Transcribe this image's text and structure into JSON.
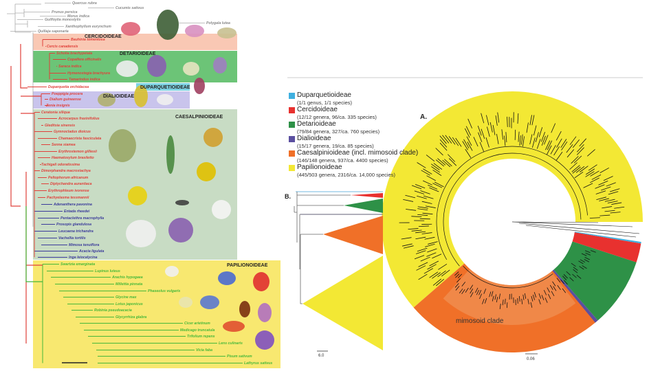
{
  "left_figure": {
    "outgroups": [
      "Quercus rubra",
      "Cucumis sativus",
      "Prunus persica",
      "Morus indica",
      "Guilfoylia monostylis",
      "Polygala lutea",
      "Xanthophyllum eurynchum",
      "Quillaja saponaria"
    ],
    "subfamilies": [
      {
        "name": "CERCIDOIDEAE",
        "color": "#f9c8b4",
        "species": [
          "Bauhinia tomentosa",
          "Cercis canadensis"
        ]
      },
      {
        "name": "DETARIOIDEAE",
        "color": "#6cc477",
        "species": [
          "Schotia brachypetala",
          "Copaifera officinalis",
          "Saraca indica",
          "Hymenostegia brachyura",
          "Tamarindus indica"
        ]
      },
      {
        "name": "DUPARQUETIOIDEAE",
        "color": "#7fd3e3",
        "species": [
          "Duparquetia orchidacea"
        ]
      },
      {
        "name": "DIALIOIDEAE",
        "color": "#c9c4ec",
        "species": [
          "Poeppigia procera",
          "Dialium guineense",
          "Zenia insignis"
        ]
      },
      {
        "name": "CAESALPINIOIDEAE",
        "color": "#c8dcc4",
        "species": [
          "Ceratonia siliqua",
          "Acrocarpus fraxinifolius",
          "Gleditsia sinensis",
          "Gymnocladus dioicus",
          "Chamaecrista fasciculata",
          "Senna siamea",
          "Erythrostemon gilliesii",
          "Haematoxylum brasiletto",
          "Tachigali odoratissima",
          "Dimorphandra macrostachya",
          "Peltophorum africanum",
          "Diptychandra aurantiaca",
          "Erythrophleum ivorense",
          "Pachyelasma tessmannii",
          "Adenanthera pavonina",
          "Entada rheedei",
          "Pentaclethra macrophylla",
          "Prosopis glandulosa",
          "Leucaena trichandra",
          "Vachellia tortilis",
          "Mimosa tenuiflora",
          "Acacia ligulata",
          "Inga leiocalycina"
        ]
      },
      {
        "name": "PAPILIONOIDEAE",
        "color": "#f8e870",
        "species": [
          "Swartzia emarginata",
          "Lupinus luteus",
          "Arachis hypogaea",
          "Millettia pinnata",
          "Phaseolus vulgaris",
          "Glycine max",
          "Lotus japonicus",
          "Robinia pseudoacacia",
          "Glycyrrhiza glabra",
          "Cicer arietinum",
          "Medicago truncatula",
          "Trifolium repens",
          "Lens culinaris",
          "Vicia faba",
          "Pisum sativum",
          "Lathyrus sativus"
        ]
      }
    ],
    "branch_colors": {
      "outgroup": "#999999",
      "caesalpinioid": "#e0403a",
      "mimosoid": "#3a3a9a",
      "papilionoid": "#45b83a"
    }
  },
  "legend": [
    {
      "name": "Duparquetioideae",
      "detail": "(1/1 genus, 1/1 species)",
      "color": "#3fb0e0"
    },
    {
      "name": "Cercidoideae",
      "detail": "(12/12 genera, 96/ca. 335 species)",
      "color": "#e8312f"
    },
    {
      "name": "Detarioideae",
      "detail": "(79/84 genera, 327/ca. 760 species)",
      "color": "#2e9147"
    },
    {
      "name": "Dialioideae",
      "detail": "(15/17 genera, 19/ca. 85 species)",
      "color": "#5b4fa0"
    },
    {
      "name": "Caesalpinioideae (incl. mimosoid clade)",
      "detail": "(146/148 genera, 937/ca. 4400 species)",
      "color": "#f07028"
    },
    {
      "name": "Papilionoideae",
      "detail": "(445/503 genera, 2316/ca. 14,000 species)",
      "color": "#f3e834"
    }
  ],
  "panel_a": {
    "label": "A.",
    "clade_label": "mimosoid clade",
    "scale": "0.06"
  },
  "panel_b": {
    "label": "B.",
    "scale": "6.0"
  }
}
